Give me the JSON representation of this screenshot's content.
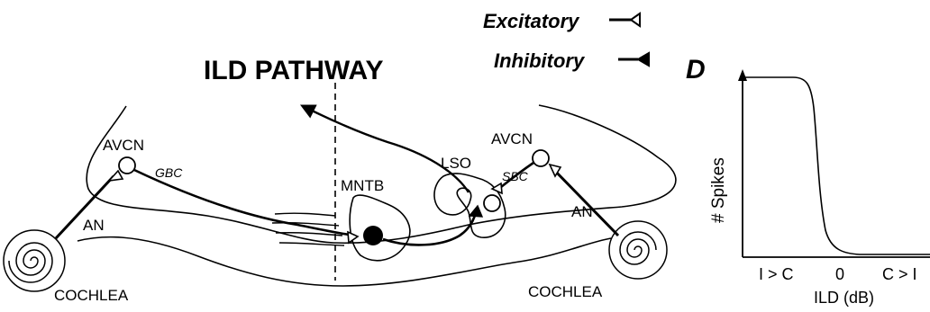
{
  "diagram": {
    "title": "ILD PATHWAY",
    "legend": {
      "excitatory": "Excitatory",
      "inhibitory": "Inhibitory"
    },
    "labels": {
      "avcn_left": "AVCN",
      "gbc": "GBC",
      "an_left": "AN",
      "cochlea_left": "COCHLEA",
      "mntb": "MNTB",
      "lso": "LSO",
      "avcn_right": "AVCN",
      "sbc": "SBC",
      "an_right": "AN",
      "cochlea_right": "COCHLEA"
    }
  },
  "panel_d": {
    "letter": "D",
    "ylabel": "# Spikes",
    "xlabel": "ILD (dB)",
    "x_ticks": [
      "I > C",
      "0",
      "C > I"
    ]
  },
  "colors": {
    "ink": "#000000",
    "background": "#ffffff"
  }
}
